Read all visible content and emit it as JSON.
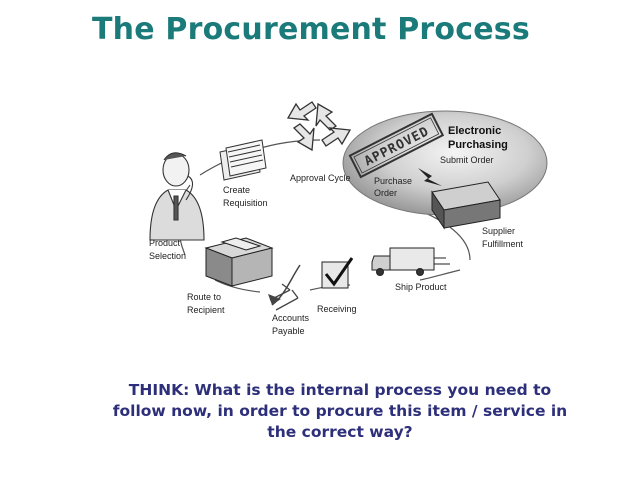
{
  "title": "The Procurement Process",
  "labels": {
    "approval_cycle": "Approval Cycle",
    "approved_stamp": "APPROVED",
    "electronic_line1": "Electronic",
    "electronic_line2": "Purchasing",
    "submit_order": "Submit Order",
    "purchase_order_line1": "Purchase",
    "purchase_order_line2": "Order",
    "create_line1": "Create",
    "create_line2": "Requisition",
    "product_line1": "Product",
    "product_line2": "Selection",
    "supplier_line1": "Supplier",
    "supplier_line2": "Fulfillment",
    "ship_product": "Ship Product",
    "receiving": "Receiving",
    "route_line1": "Route to",
    "route_line2": "Recipient",
    "accounts_line1": "Accounts",
    "accounts_line2": "Payable"
  },
  "think": {
    "line1": "THINK: What is the internal process you need to",
    "line2": "follow now, in order to procure this item / service in",
    "line3": "the correct way?"
  }
}
